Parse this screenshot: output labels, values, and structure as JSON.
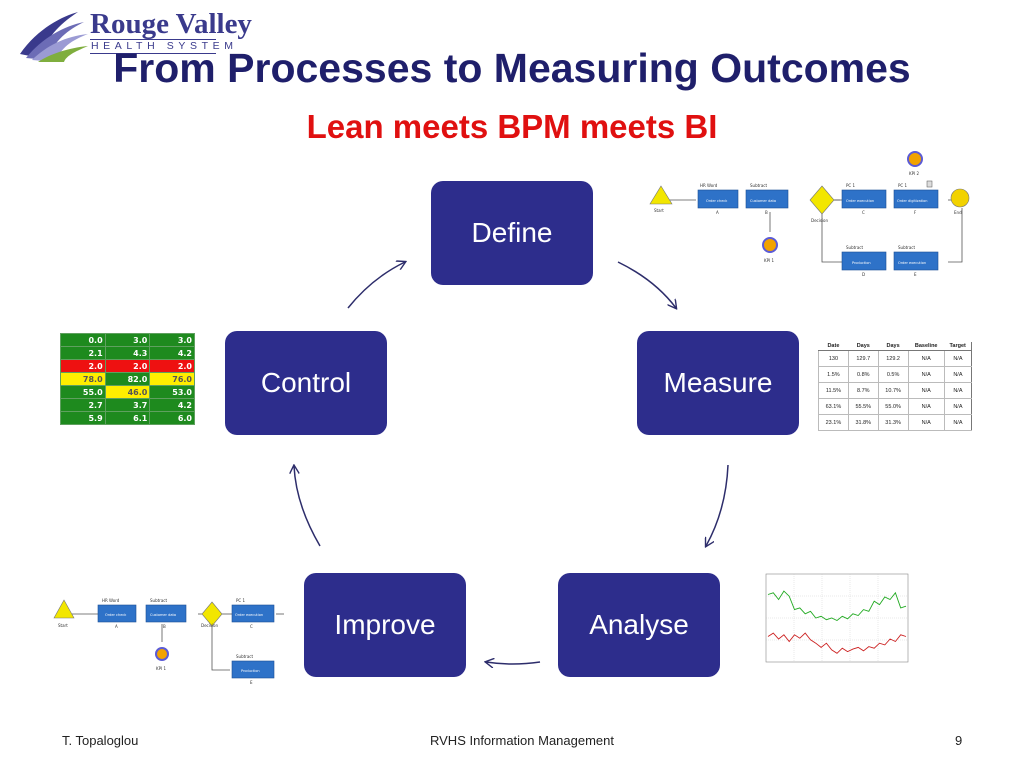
{
  "logo": {
    "name_line1": "Rouge Valley",
    "name_line2": "HEALTH SYSTEM"
  },
  "slide": {
    "title": "From Processes to Measuring Outcomes",
    "subtitle": "Lean meets BPM meets BI",
    "title_color": "#1f1f6b",
    "subtitle_color": "#e01010",
    "stage_color": "#2d2d8c"
  },
  "cycle": {
    "stages": [
      "Define",
      "Measure",
      "Analyse",
      "Improve",
      "Control"
    ]
  },
  "scorecard": {
    "rows": [
      {
        "status": "green",
        "values": [
          "0.0",
          "3.0",
          "3.0"
        ]
      },
      {
        "status": "green",
        "values": [
          "2.1",
          "4.3",
          "4.2"
        ]
      },
      {
        "status": "red",
        "values": [
          "2.0",
          "2.0",
          "2.0"
        ]
      },
      {
        "status": "yellow",
        "values": [
          "78.0",
          "82.0",
          "76.0"
        ]
      },
      {
        "status": "yellow",
        "values": [
          "55.0",
          "46.0",
          "53.0"
        ]
      },
      {
        "status": "green",
        "values": [
          "2.7",
          "3.7",
          "4.2"
        ]
      },
      {
        "status": "green",
        "values": [
          "5.9",
          "6.1",
          "6.0"
        ]
      }
    ]
  },
  "measure_table": {
    "headers": [
      "Date",
      "Days",
      "Days",
      "Baseline",
      "Target"
    ],
    "rows": [
      [
        "130",
        "129.7",
        "129.2",
        "N/A",
        "N/A"
      ],
      [
        "1.5%",
        "0.8%",
        "0.5%",
        "N/A",
        "N/A"
      ],
      [
        "11.5%",
        "8.7%",
        "10.7%",
        "N/A",
        "N/A"
      ],
      [
        "63.1%",
        "55.5%",
        "55.0%",
        "N/A",
        "N/A"
      ],
      [
        "23.1%",
        "31.8%",
        "31.3%",
        "N/A",
        "N/A"
      ]
    ]
  },
  "bpmn_top": {
    "start": "Start",
    "end": "End",
    "decision": "Decision",
    "kpi1": "KPI 1",
    "kpi2": "KPI 2",
    "tasks": [
      "Order check",
      "Customer data",
      "Order execution",
      "Order digitization",
      "Production",
      "Order execution"
    ],
    "lanes_top": [
      "HR Word",
      "Subtract",
      "PC 1",
      "PC 1"
    ],
    "lanes_bottom": [
      "Subtract",
      "Subtract"
    ],
    "letters": [
      "A",
      "B",
      "C",
      "F",
      "E",
      "D"
    ]
  },
  "bpmn_bottom": {
    "start": "Start",
    "decision": "Decision",
    "kpi1": "KPI 1",
    "tasks": [
      "Order check",
      "Customer data",
      "Order execution",
      "Production"
    ],
    "lanes": [
      "HR Word",
      "Subtract",
      "PC 1",
      "Subtract"
    ],
    "letters": [
      "A",
      "B",
      "C",
      "E"
    ]
  },
  "analysis_chart": {
    "series_colors": [
      "#22aa22",
      "#cc2222"
    ],
    "green_series": [
      0.78,
      0.8,
      0.72,
      0.82,
      0.76,
      0.6,
      0.62,
      0.55,
      0.58,
      0.5,
      0.52,
      0.48,
      0.5,
      0.47,
      0.52,
      0.49,
      0.55,
      0.53,
      0.6,
      0.58,
      0.7,
      0.66,
      0.75,
      0.72,
      0.8,
      0.62,
      0.64
    ],
    "red_series": [
      0.28,
      0.32,
      0.25,
      0.3,
      0.22,
      0.3,
      0.26,
      0.32,
      0.24,
      0.2,
      0.15,
      0.2,
      0.12,
      0.08,
      0.14,
      0.1,
      0.13,
      0.15,
      0.11,
      0.16,
      0.14,
      0.2,
      0.18,
      0.25,
      0.22,
      0.3,
      0.28
    ]
  },
  "footer": {
    "author": "T. Topaloglou",
    "center": "RVHS Information Management",
    "page": "9"
  }
}
